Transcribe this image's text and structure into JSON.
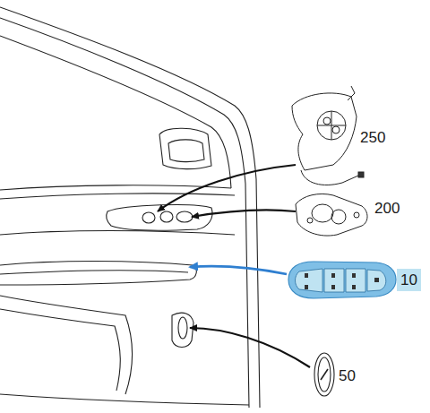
{
  "diagram": {
    "nodes": [
      {
        "text": [
          "10"
        ]
      }
    ],
    "labels": [
      "250",
      "200",
      "50"
    ]
  }
}
